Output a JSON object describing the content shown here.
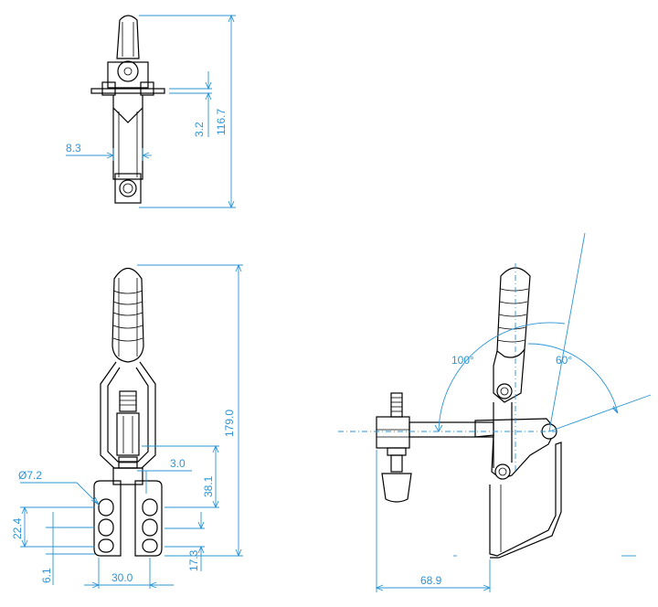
{
  "dimensions": {
    "d_116_7": "116.7",
    "d_3_2": "3.2",
    "d_8_3": "8.3",
    "d_179_0": "179.0",
    "d_3_0": "3.0",
    "d_diam_7_2": "Ø7.2",
    "d_38_1": "38.1",
    "d_22_4": "22.4",
    "d_17_3": "17.3",
    "d_6_1": "6.1",
    "d_30_0": "30.0",
    "d_68_9": "68.9",
    "a_100": "100°",
    "a_60": "60°"
  },
  "colors": {
    "outline": "#000000",
    "dimension": "#2b95d6",
    "background": "#ffffff"
  }
}
